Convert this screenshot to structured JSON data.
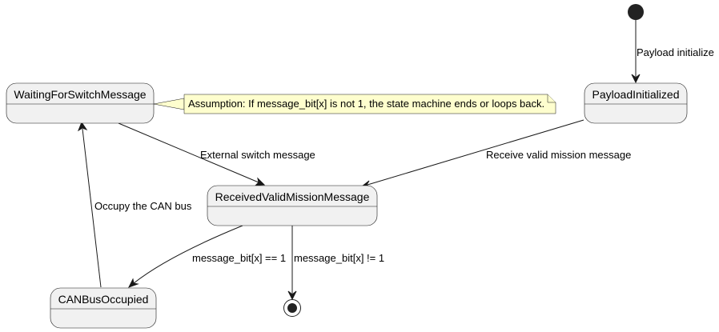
{
  "states": {
    "waiting": "WaitingForSwitchMessage",
    "payload_initialized": "PayloadInitialized",
    "received": "ReceivedValidMissionMessage",
    "can_bus_occupied": "CANBusOccupied"
  },
  "transitions": {
    "payload_initialize": "Payload initialize",
    "external_switch": "External switch message",
    "receive_valid": "Receive valid mission message",
    "occupy_can": "Occupy the CAN bus",
    "bit_equals_one": "message_bit[x] == 1",
    "bit_not_one": "message_bit[x] != 1"
  },
  "note": {
    "text": "Assumption: If message_bit[x] is not 1, the state machine ends or loops back."
  }
}
